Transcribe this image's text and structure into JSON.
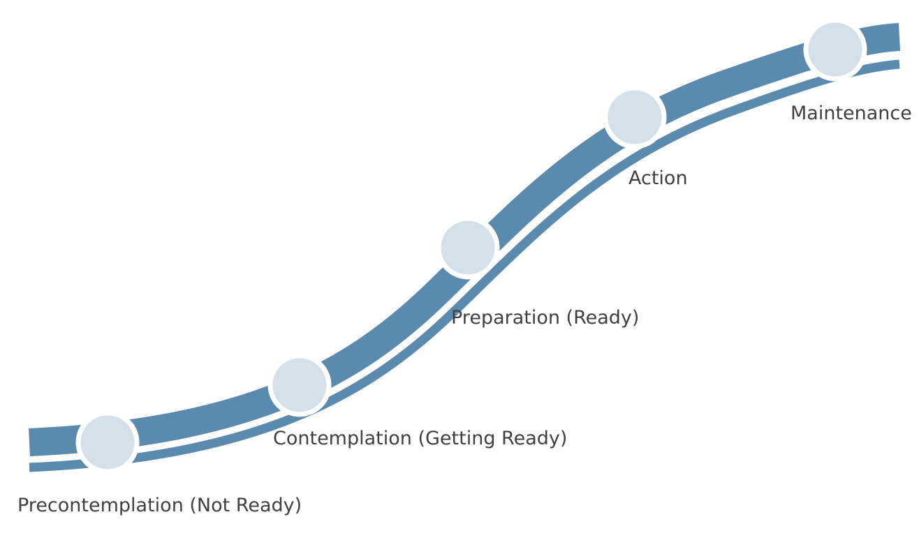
{
  "diagram": {
    "colors": {
      "band": "#5a8aae",
      "node_fill": "#d4e0ea",
      "node_ring": "#ffffff",
      "label": "#404040",
      "background": "#ffffff"
    },
    "stages": [
      {
        "label": "Precontemplation (Not Ready)"
      },
      {
        "label": "Contemplation (Getting Ready)"
      },
      {
        "label": "Preparation (Ready)"
      },
      {
        "label": "Action"
      },
      {
        "label": "Maintenance"
      }
    ]
  }
}
